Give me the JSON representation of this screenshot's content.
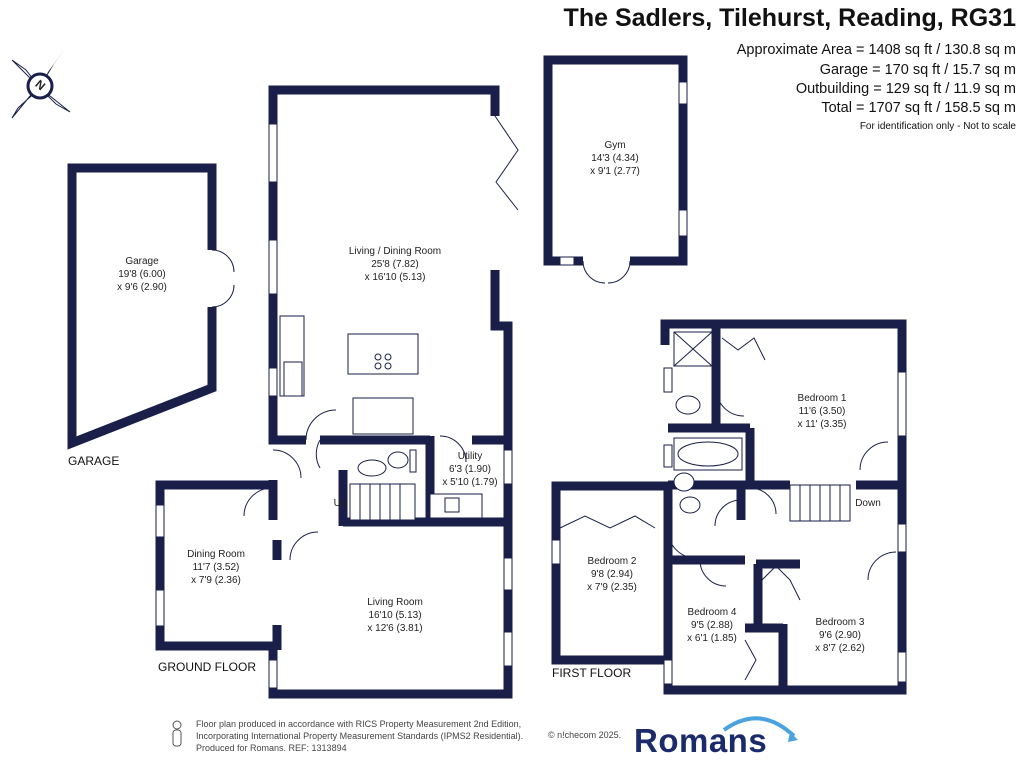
{
  "header": {
    "title": "The Sadlers, Tilehurst, Reading, RG31",
    "areas": [
      "Approximate Area = 1408 sq ft / 130.8 sq m",
      "Garage = 170 sq ft / 15.7 sq m",
      "Outbuilding = 129 sq ft / 11.9 sq m",
      "Total = 1707 sq ft / 158.5 sq m"
    ],
    "disclaimer": "For identification only - Not to scale"
  },
  "compass": {
    "letter": "N"
  },
  "floors": {
    "garage": "GARAGE",
    "ground": "GROUND FLOOR",
    "first": "FIRST FLOOR"
  },
  "rooms": {
    "garage": {
      "name": "Garage",
      "dim1": "19'8 (6.00)",
      "dim2": "x 9'6 (2.90)"
    },
    "gym": {
      "name": "Gym",
      "dim1": "14'3 (4.34)",
      "dim2": "x 9'1 (2.77)"
    },
    "living_dining": {
      "name": "Living / Dining Room",
      "dim1": "25'8 (7.82)",
      "dim2": "x 16'10 (5.13)"
    },
    "utility": {
      "name": "Utility",
      "dim1": "6'3 (1.90)",
      "dim2": "x 5'10 (1.79)"
    },
    "dining": {
      "name": "Dining Room",
      "dim1": "11'7 (3.52)",
      "dim2": "x 7'9 (2.36)"
    },
    "living": {
      "name": "Living Room",
      "dim1": "16'10 (5.13)",
      "dim2": "x 12'6 (3.81)"
    },
    "bedroom1": {
      "name": "Bedroom 1",
      "dim1": "11'6 (3.50)",
      "dim2": "x 11' (3.35)"
    },
    "bedroom2": {
      "name": "Bedroom 2",
      "dim1": "9'8 (2.94)",
      "dim2": "x 7'9 (2.35)"
    },
    "bedroom3": {
      "name": "Bedroom 3",
      "dim1": "9'6 (2.90)",
      "dim2": "x 8'7 (2.62)"
    },
    "bedroom4": {
      "name": "Bedroom 4",
      "dim1": "9'5 (2.88)",
      "dim2": "x 6'1 (1.85)"
    }
  },
  "stairs": {
    "up": "Up",
    "down": "Down"
  },
  "footer": {
    "line1": "Floor plan produced in accordance with RICS Property Measurement 2nd Edition,",
    "line2": "Incorporating International Property Measurement Standards (IPMS2 Residential).",
    "line3": "Produced for Romans.   REF: 1313894",
    "copyright": "© n!checom 2025.",
    "logo": "Romans"
  },
  "colors": {
    "wall": "#1a1f4a",
    "logo": "#1b2a6b",
    "logo_arc": "#4aa3df"
  }
}
